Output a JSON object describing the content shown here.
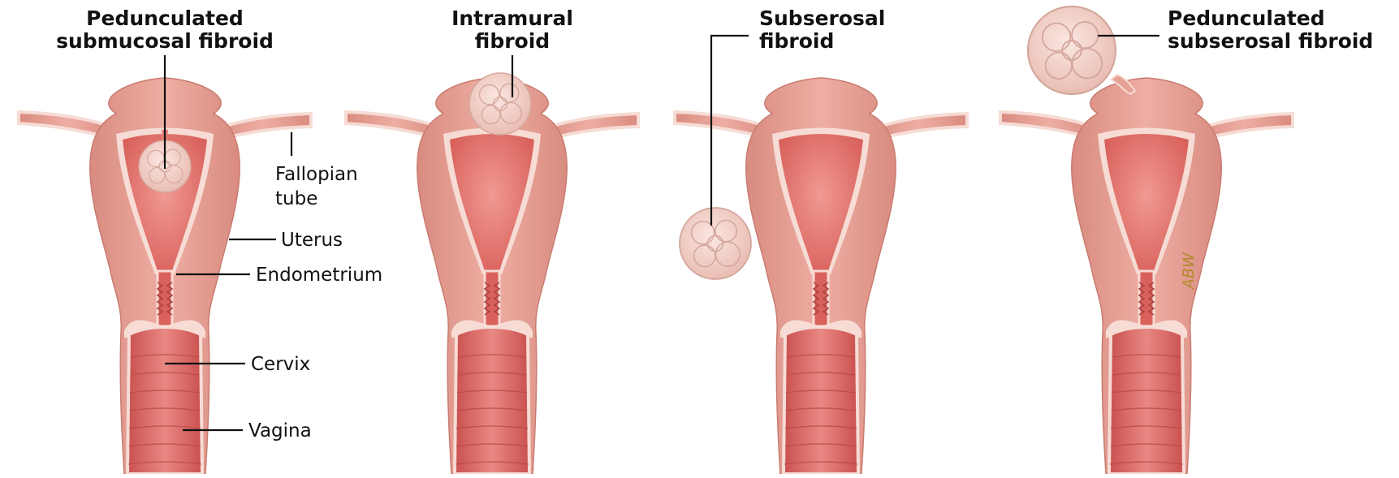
{
  "colors": {
    "tissue": "#e7a196",
    "tissue_dark": "#c97b70",
    "lining": "#f6dcd5",
    "cavity": "#e57c76",
    "cavity_dark": "#c9504f",
    "vagina": "#d96865",
    "fibroid": "#f4d0c8",
    "fibroid_line": "#d4a79c",
    "text": "#111111"
  },
  "panels": [
    {
      "id": "pedunculated-submucosal",
      "title_lines": [
        "Pedunculated",
        "submucosal fibroid"
      ]
    },
    {
      "id": "intramural",
      "title_lines": [
        "Intramural",
        "fibroid"
      ]
    },
    {
      "id": "subserosal",
      "title_lines": [
        "Subserosal",
        "fibroid"
      ]
    },
    {
      "id": "pedunculated-subserosal",
      "title_lines": [
        "Pedunculated",
        "subserosal fibroid"
      ]
    }
  ],
  "anatomy_labels": {
    "fallopian_tube": [
      "Fallopian",
      "tube"
    ],
    "uterus": "Uterus",
    "endometrium": "Endometrium",
    "cervix": "Cervix",
    "vagina": "Vagina"
  },
  "signature": "ABW"
}
